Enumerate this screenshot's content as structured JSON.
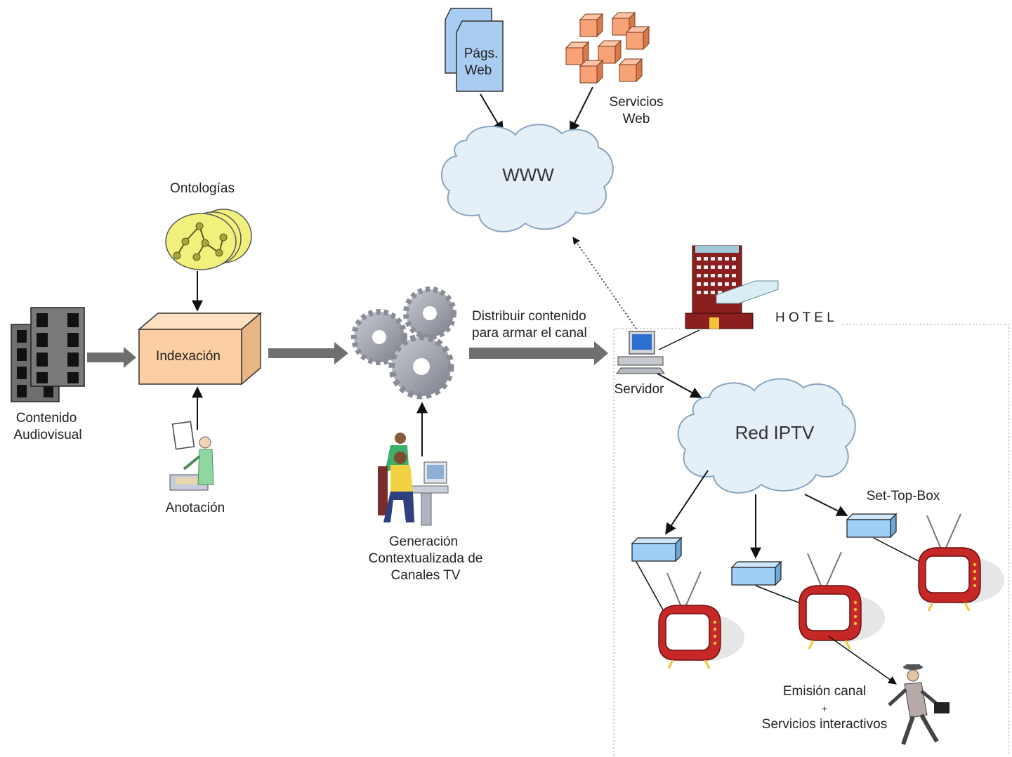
{
  "labels": {
    "contenido_line1": "Contenido",
    "contenido_line2": "Audiovisual",
    "ontologias": "Ontologías",
    "indexacion": "Indexación",
    "anotacion": "Anotación",
    "generacion_line1": "Generación",
    "generacion_line2": "Contextualizada de",
    "generacion_line3": "Canales TV",
    "distribuir_line1": "Distribuir contenido",
    "distribuir_line2": "para armar el canal",
    "pags_line1": "Págs.",
    "pags_line2": "Web",
    "servicios_line1": "Servicios",
    "servicios_line2": "Web",
    "www": "WWW",
    "hotel": "H O T E L",
    "servidor": "Servidor",
    "red_iptv": "Red IPTV",
    "set_top_box": "Set-Top-Box",
    "emision_line1": "Emisión canal",
    "emision_plus": "+",
    "emision_line2": "Servicios interactivos"
  },
  "icons": {
    "film": "film-icon",
    "ontology": "ontology-icon",
    "annotator": "annotator-person-icon",
    "gears": "gears-icon",
    "workers": "workers-at-computer-icon",
    "documents": "documents-icon",
    "cubes": "cubes-icon",
    "cloud": "cloud-icon",
    "hotel": "hotel-building-icon",
    "computer": "computer-icon",
    "set_top_box": "set-top-box-icon",
    "tv": "tv-icon",
    "walking_man": "walking-man-icon"
  },
  "colors": {
    "indexacion_box": "#fbcfa3",
    "ontology": "#f2f07c",
    "cloud": "#e4eff7",
    "cloud_stroke": "#8aa4bf",
    "document": "#a9cdf2",
    "cube": "#f8a278",
    "set_top_box": "#9fcff7",
    "tv_red": "#c62828",
    "gear": "#9a9ca6",
    "arrow_gray": "#6f6f6f"
  }
}
